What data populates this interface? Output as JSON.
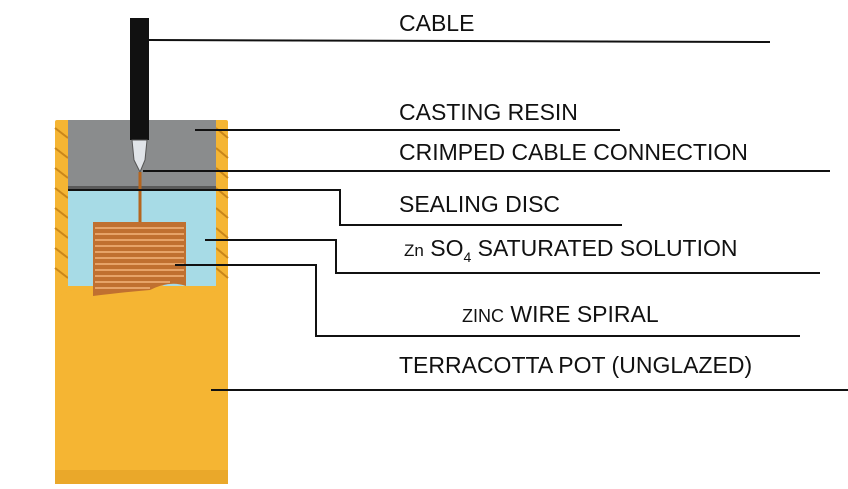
{
  "labels": {
    "cable": "CABLE",
    "casting_resin": "CASTING RESIN",
    "crimped": "CRIMPED CABLE CONNECTION",
    "sealing_disc": "SEALING DISC",
    "znso4": {
      "zn": "Zn",
      "so": "SO",
      "sub": "4",
      "rest": " SATURATED SOLUTION"
    },
    "zinc_wire": {
      "prefix": "ZINC",
      "rest": " WIRE SPIRAL"
    },
    "pot": "TERRACOTTA POT (UNGLAZED)"
  },
  "colors": {
    "pot_orange": "#f5b533",
    "pot_dark": "#d9941e",
    "resin_gray": "#8a8c8d",
    "solution_blue": "#a7dbe6",
    "coil_copper": "#b5651d",
    "coil_light": "#f3b47a",
    "cable_black": "#111111",
    "leader_line": "#111111"
  }
}
